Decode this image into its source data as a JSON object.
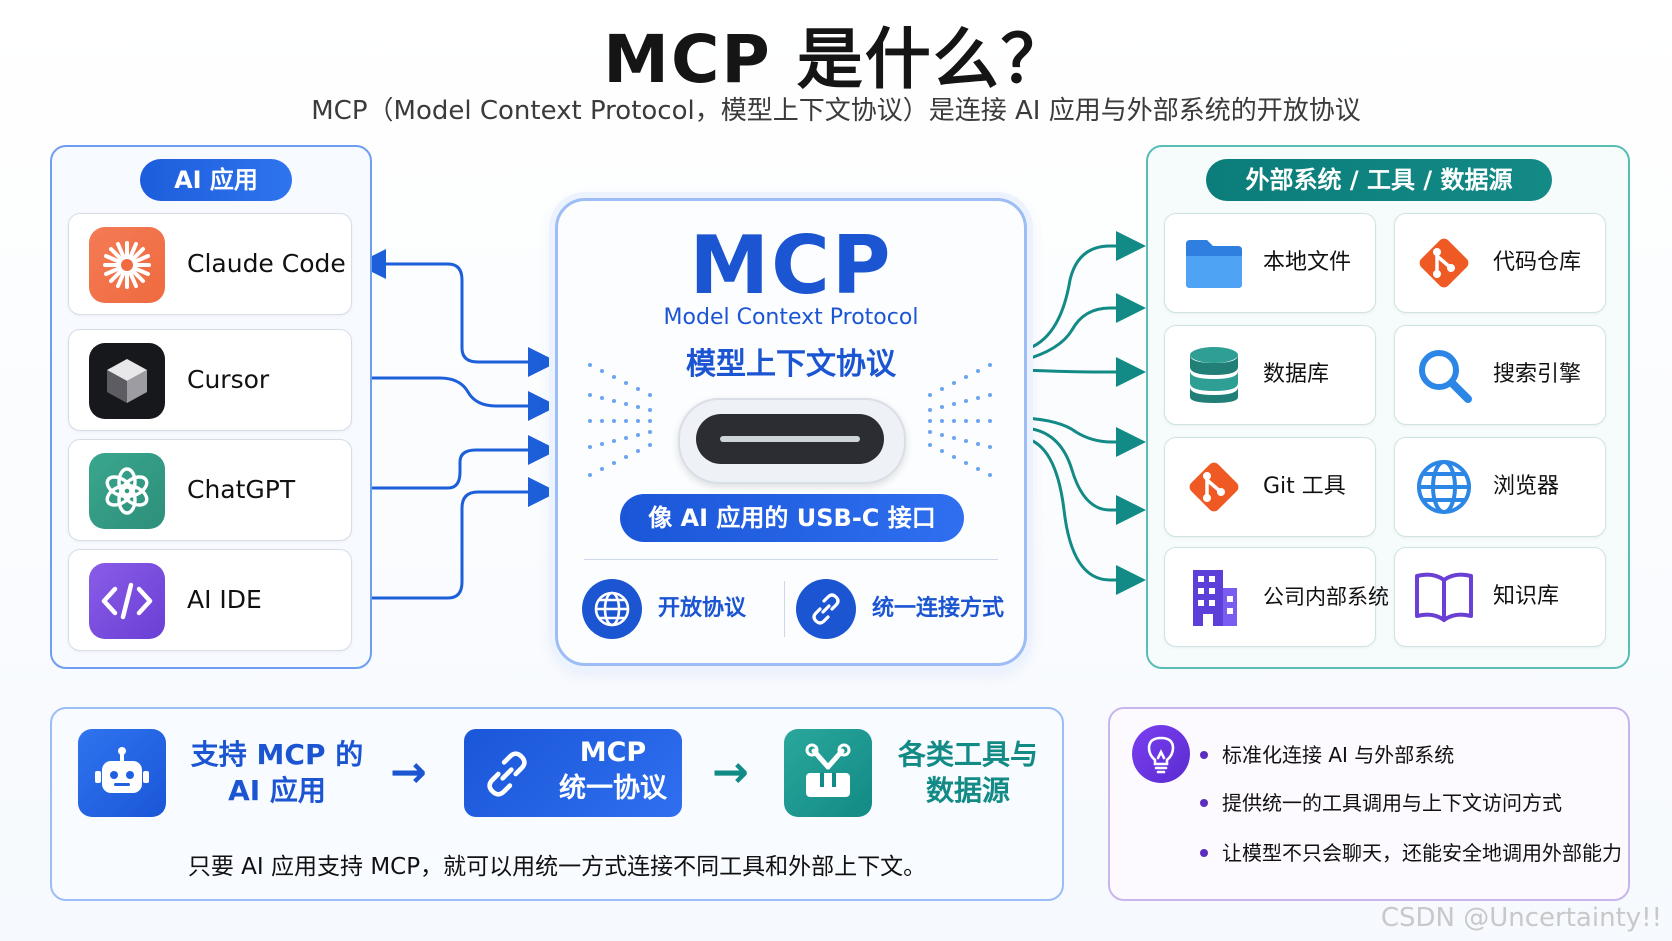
{
  "title": "MCP 是什么？",
  "subtitle": "MCP（Model Context Protocol，模型上下文协议）是连接 AI 应用与外部系统的开放协议",
  "left_panel": {
    "header": "AI 应用",
    "apps": [
      {
        "label": "Claude Code",
        "icon": "claude-icon"
      },
      {
        "label": "Cursor",
        "icon": "cursor-icon"
      },
      {
        "label": "ChatGPT",
        "icon": "chatgpt-icon"
      },
      {
        "label": "AI IDE",
        "icon": "code-icon"
      }
    ]
  },
  "center": {
    "big": "MCP",
    "english": "Model Context Protocol",
    "chinese": "模型上下文协议",
    "usb_label": "像 AI 应用的 USB-C 接口",
    "features": [
      {
        "label": "开放协议",
        "icon": "globe-icon"
      },
      {
        "label": "统一连接方式",
        "icon": "link-icon"
      }
    ]
  },
  "right_panel": {
    "header": "外部系统 / 工具 / 数据源",
    "items": [
      {
        "label": "本地文件",
        "icon": "folder-icon"
      },
      {
        "label": "代码仓库",
        "icon": "git-repo-icon"
      },
      {
        "label": "数据库",
        "icon": "database-icon"
      },
      {
        "label": "搜索引擎",
        "icon": "search-icon"
      },
      {
        "label": "Git 工具",
        "icon": "git-icon"
      },
      {
        "label": "浏览器",
        "icon": "browser-globe-icon"
      },
      {
        "label": "公司内部系统",
        "icon": "building-icon"
      },
      {
        "label": "知识库",
        "icon": "book-icon"
      }
    ]
  },
  "bottom_flow": {
    "step1": [
      "支持 MCP 的",
      "AI 应用"
    ],
    "step2": [
      "MCP",
      "统一协议"
    ],
    "step3": [
      "各类工具与",
      "数据源"
    ],
    "caption": "只要 AI 应用支持 MCP，就可以用统一方式连接不同工具和外部上下文。"
  },
  "bullets": [
    "标准化连接 AI 与外部系统",
    "提供统一的工具调用与上下文访问方式",
    "让模型不只会聊天，还能安全地调用外部能力"
  ],
  "watermark": "CSDN @Uncertainty!!",
  "colors": {
    "primary_blue": "#1c55d2",
    "teal": "#0b7d7a",
    "purple": "#5b2bd0"
  }
}
